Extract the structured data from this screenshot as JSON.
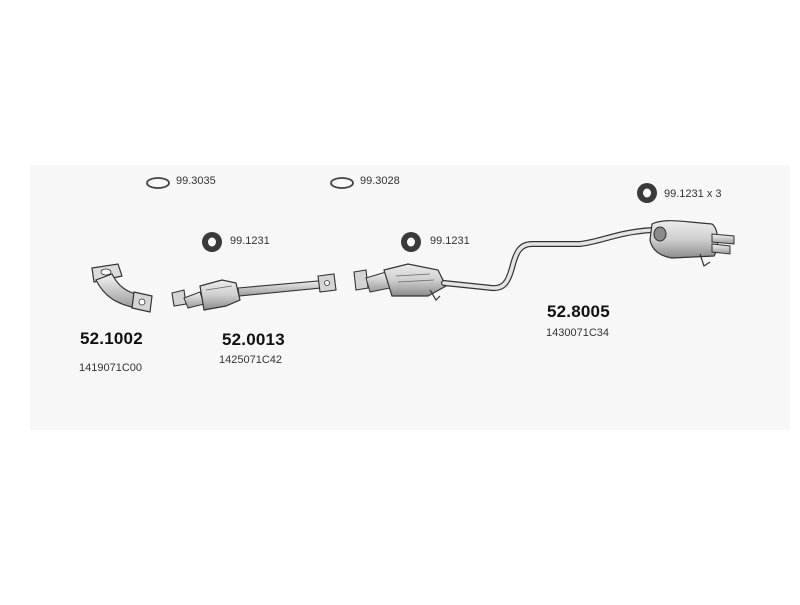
{
  "parts": {
    "ring_a": {
      "number": "99.3035"
    },
    "ring_b": {
      "number": "99.3028"
    },
    "hanger_a": {
      "number": "99.1231"
    },
    "hanger_b": {
      "number": "99.1231"
    },
    "hanger_c": {
      "number": "99.1231 x 3"
    },
    "front_pipe": {
      "number": "52.1002",
      "code": "1419071C00"
    },
    "catalyst": {
      "number": "52.0013",
      "code": "1425071C42"
    },
    "rear_system": {
      "number": "52.8005",
      "code": "1430071C34"
    }
  },
  "colors": {
    "line": "#333333",
    "part_fill": "#d8d8d8",
    "part_dark": "#555555",
    "shade": "#efefef"
  }
}
